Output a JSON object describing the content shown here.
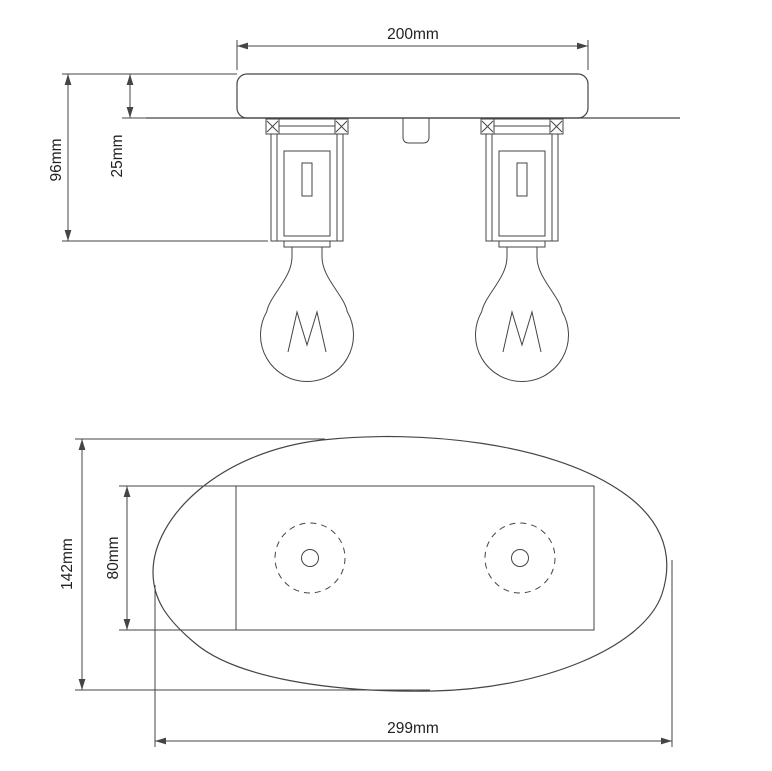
{
  "front_view": {
    "dims": {
      "width": "200mm",
      "height_total": "96mm",
      "base_thickness": "25mm"
    }
  },
  "plan_view": {
    "dims": {
      "depth_total": "142mm",
      "inner_depth": "80mm",
      "width_total": "299mm"
    }
  },
  "colors": {
    "line": "#454545",
    "text": "#222222",
    "background": "#ffffff"
  }
}
